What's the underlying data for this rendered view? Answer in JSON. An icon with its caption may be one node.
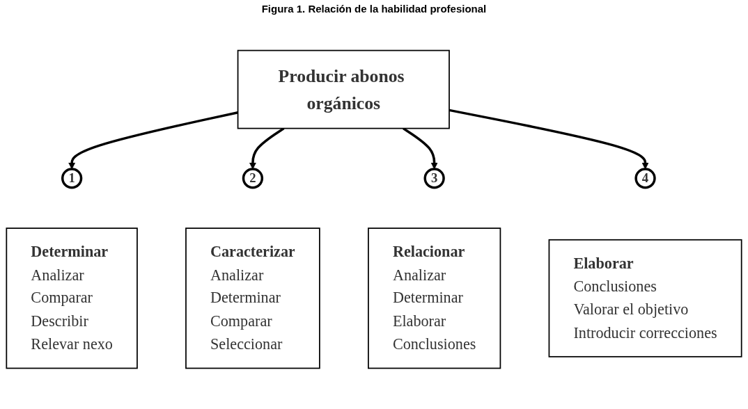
{
  "diagram": {
    "title": "Figura 1. Relación de la habilidad profesional",
    "nodes": [
      {
        "text": [
          "Producir abonos orgánicos"
        ]
      },
      {
        "text": [
          "1"
        ]
      },
      {
        "text": [
          "2"
        ]
      },
      {
        "text": [
          "3"
        ]
      },
      {
        "text": [
          "4"
        ]
      },
      {
        "text": [
          "Determinar",
          "Analizar",
          "Comparar",
          "Describir",
          "Relevar nexo"
        ]
      },
      {
        "text": [
          "Caracterizar",
          "Analizar",
          "Determinar",
          "Comparar",
          "Seleccionar"
        ]
      },
      {
        "text": [
          "Relacionar",
          "Analizar",
          "Determinar",
          "Elaborar",
          "Conclusiones"
        ]
      },
      {
        "text": [
          "Elaborar",
          "Conclusiones",
          "Valorar el objetivo",
          "Introducir correcciones"
        ]
      }
    ],
    "edges": [
      {
        "from": 0,
        "to": 1,
        "arrow": "to"
      },
      {
        "from": 0,
        "to": 2,
        "arrow": "to"
      },
      {
        "from": 0,
        "to": 3,
        "arrow": "to"
      },
      {
        "from": 0,
        "to": 4,
        "arrow": "to"
      }
    ]
  }
}
